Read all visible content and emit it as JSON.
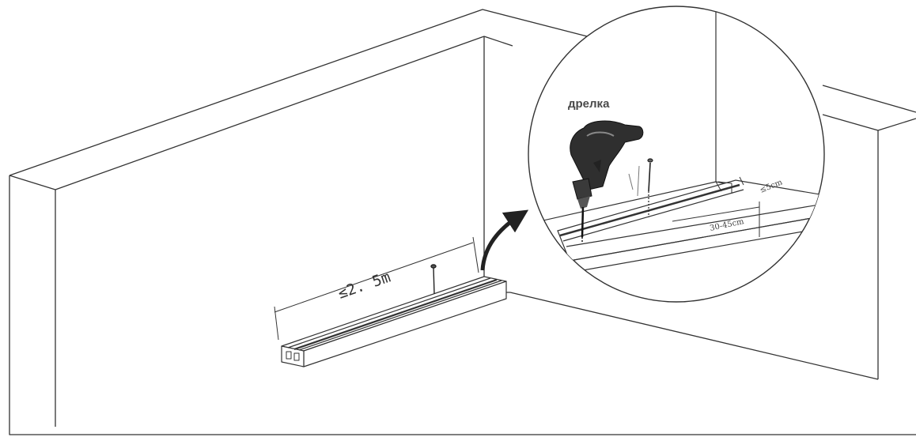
{
  "labels": {
    "drill": "дрелка",
    "max_span": "≤2. 5m",
    "end_distance": "≤5cm",
    "screw_spacing": "30-45cm"
  },
  "colors": {
    "line": "#333333",
    "drill_body": "#2f2f2f"
  }
}
